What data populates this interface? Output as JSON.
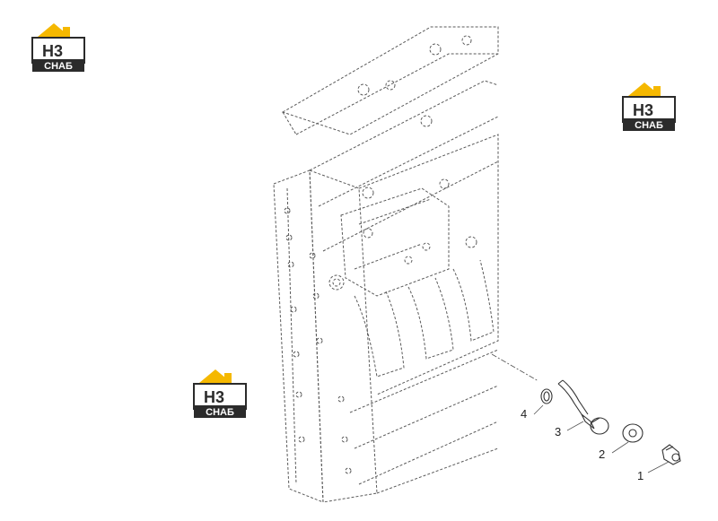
{
  "logos": [
    {
      "top": "H3",
      "bottom": "СНАБ"
    },
    {
      "top": "H3",
      "bottom": "СНАБ"
    },
    {
      "top": "H3",
      "bottom": "СНАБ"
    }
  ],
  "colors": {
    "logo_yellow": "#f5b800",
    "logo_dark": "#2b2b2b",
    "line": "#555555"
  },
  "callouts": [
    {
      "label": "1",
      "part": "bolt"
    },
    {
      "label": "2",
      "part": "washer"
    },
    {
      "label": "3",
      "part": "dipstick-tube-plug"
    },
    {
      "label": "4",
      "part": "seal-ring"
    }
  ]
}
